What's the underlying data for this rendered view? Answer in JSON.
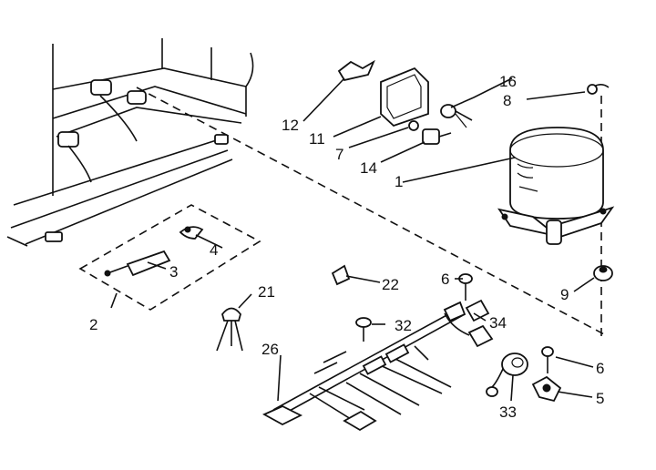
{
  "callouts": {
    "c1": "1",
    "c2": "2",
    "c3": "3",
    "c4": "4",
    "c5": "5",
    "c6a": "6",
    "c6b": "6",
    "c7": "7",
    "c8": "8",
    "c9": "9",
    "c11": "11",
    "c12": "12",
    "c14": "14",
    "c16": "16",
    "c21": "21",
    "c22": "22",
    "c26": "26",
    "c32": "32",
    "c33": "33",
    "c34": "34"
  }
}
